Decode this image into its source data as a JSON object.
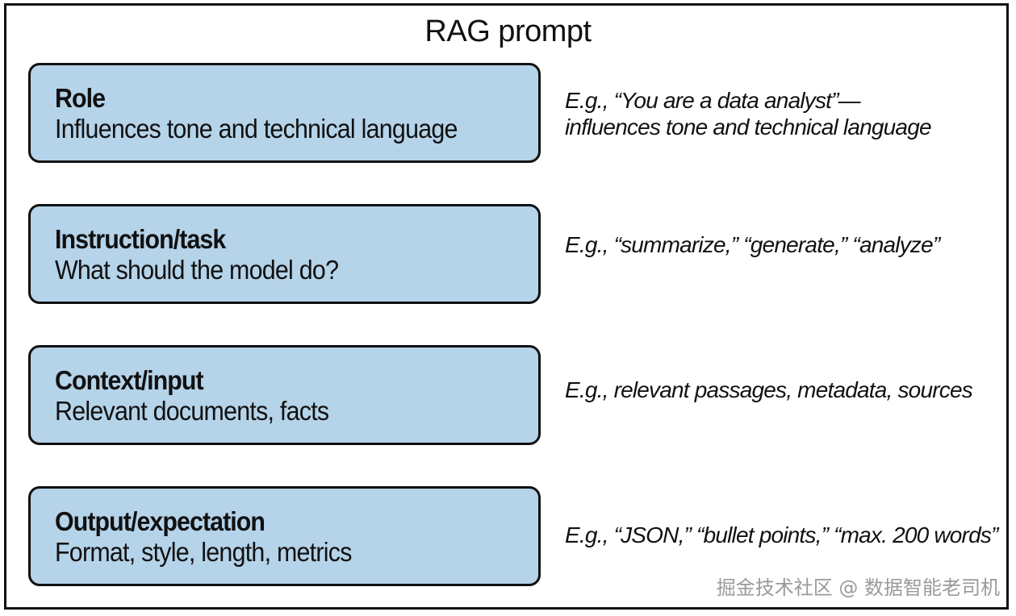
{
  "title": "RAG prompt",
  "rows": [
    {
      "heading": "Role",
      "description": "Influences tone and technical language",
      "example_lines": [
        "E.g., “You are a data analyst”—",
        "influences tone and technical language"
      ]
    },
    {
      "heading": "Instruction/task",
      "description": "What should the model do?",
      "example_lines": [
        "E.g., “summarize,” “generate,” “analyze”"
      ]
    },
    {
      "heading": "Context/input",
      "description": "Relevant documents, facts",
      "example_lines": [
        "E.g., relevant passages, metadata, sources"
      ]
    },
    {
      "heading": "Output/expectation",
      "description": "Format, style, length, metrics",
      "example_lines": [
        "E.g., “JSON,” “bullet points,” “max. 200 words”"
      ]
    }
  ],
  "watermark": "掘金技术社区 @ 数据智能老司机",
  "colors": {
    "box_fill": "#b5d3e9",
    "border": "#111111",
    "watermark": "#9a9a9a"
  }
}
